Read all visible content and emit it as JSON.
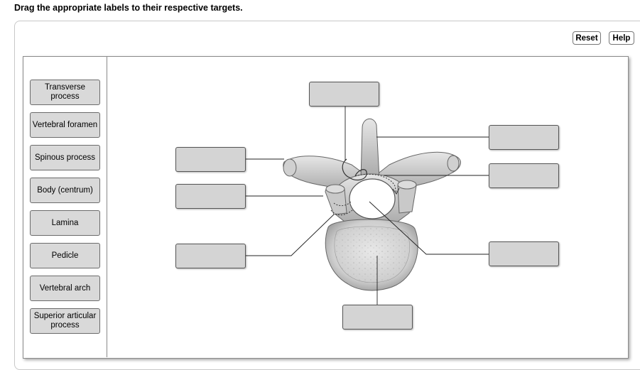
{
  "instruction": "Drag the appropriate labels to their respective targets.",
  "toolbar": {
    "reset_label": "Reset",
    "help_label": "Help"
  },
  "labels": [
    {
      "text": "Transverse process"
    },
    {
      "text": "Vertebral foramen"
    },
    {
      "text": "Spinous process"
    },
    {
      "text": "Body (centrum)"
    },
    {
      "text": "Lamina"
    },
    {
      "text": "Pedicle"
    },
    {
      "text": "Vertebral arch"
    },
    {
      "text": "Superior articular process"
    }
  ],
  "colors": {
    "label_fill": "#d9d9d9",
    "target_fill": "#d4d4d4",
    "border": "#6b6b6b"
  }
}
